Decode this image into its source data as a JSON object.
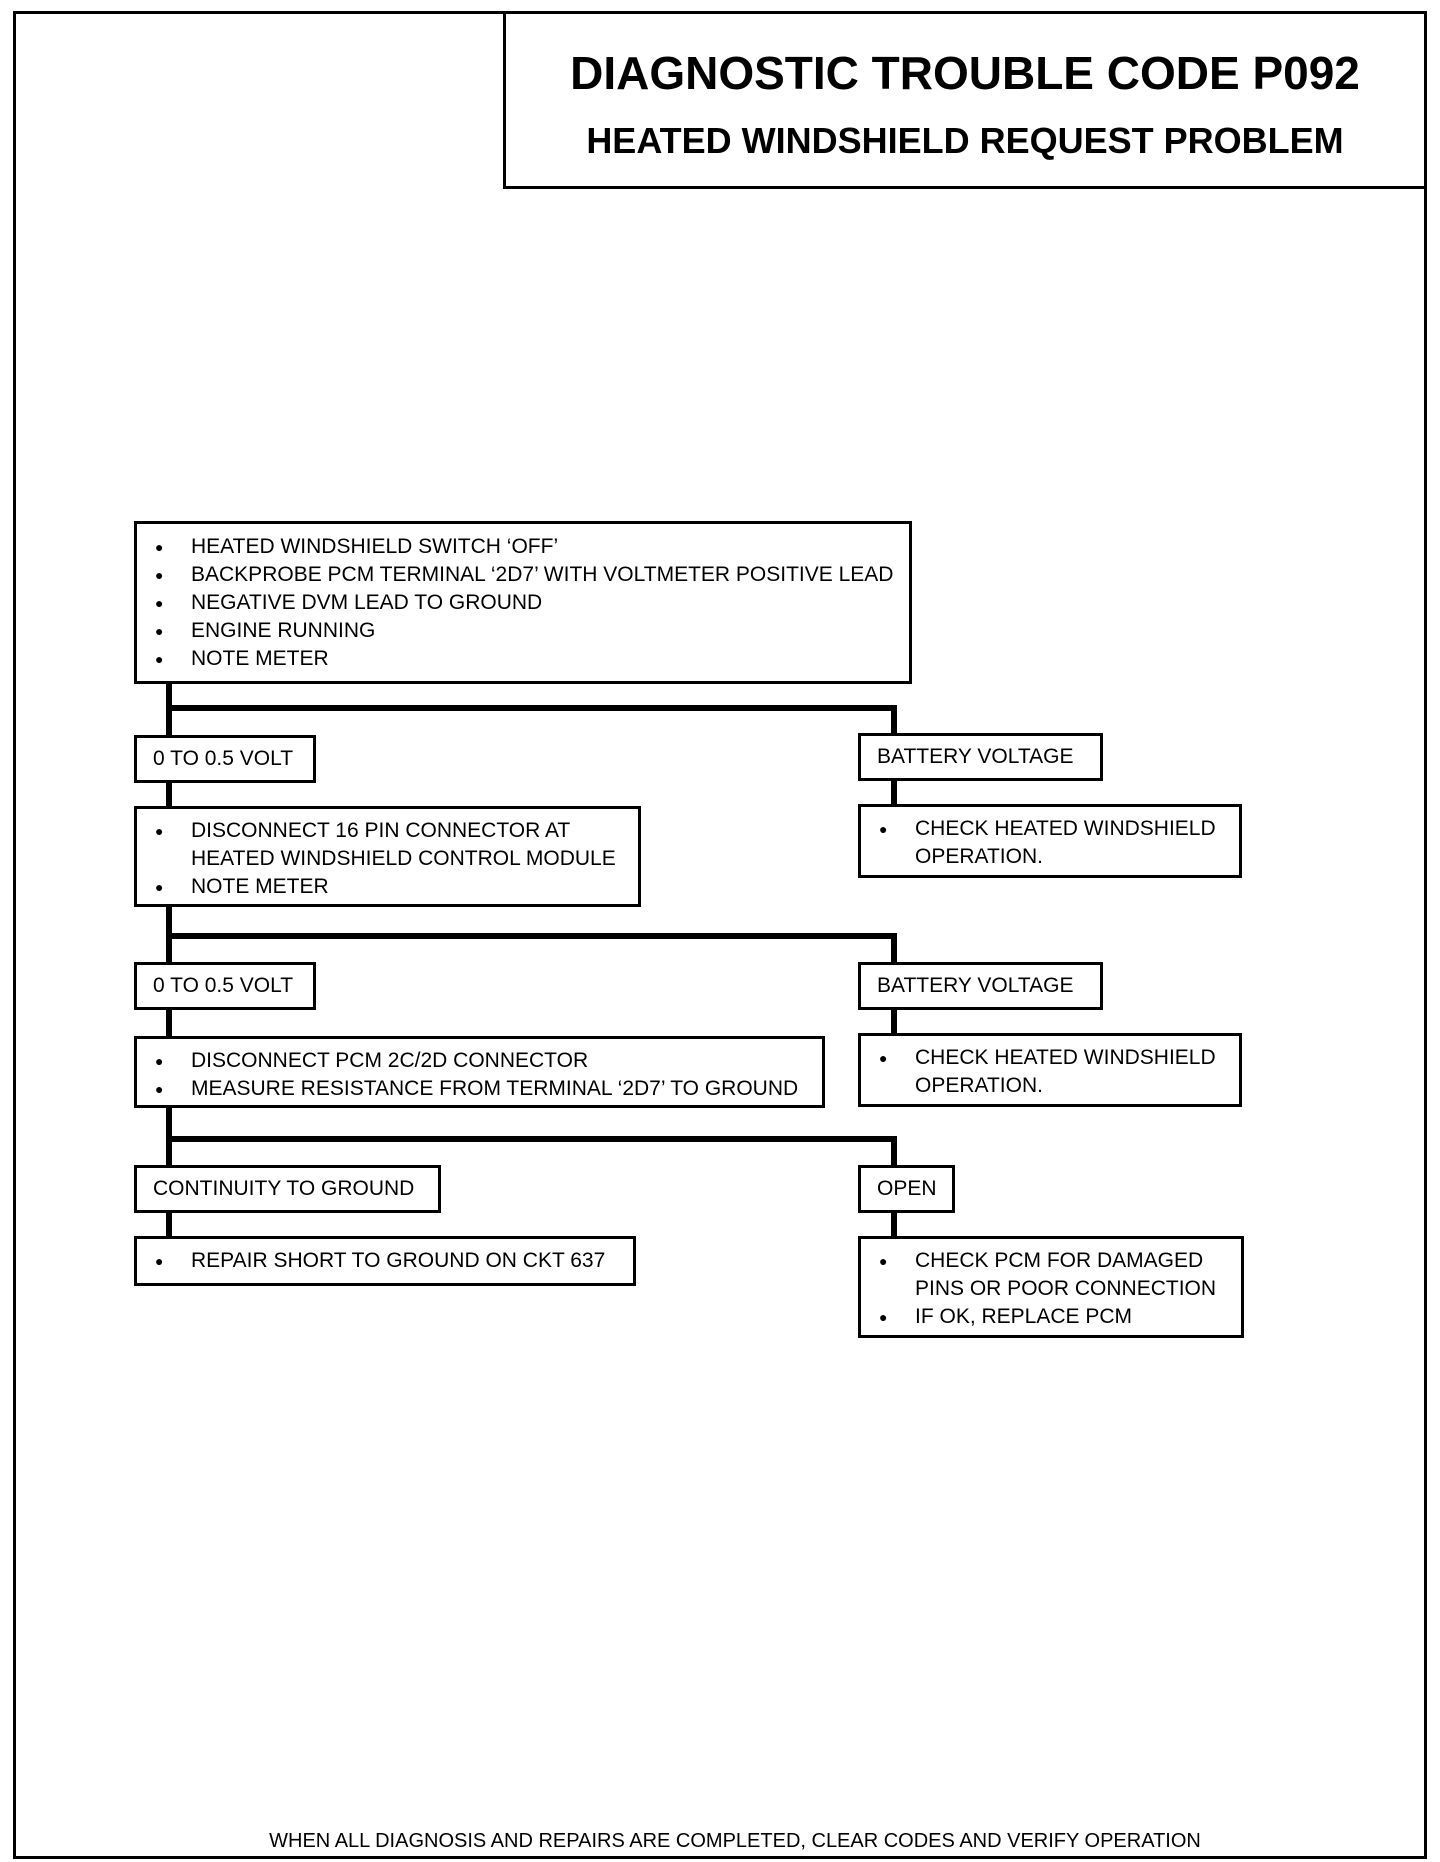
{
  "header": {
    "title": "DIAGNOSTIC TROUBLE CODE P092",
    "subtitle": "HEATED WINDSHIELD REQUEST PROBLEM"
  },
  "flowchart": {
    "step1": {
      "items": [
        "HEATED WINDSHIELD SWITCH ‘OFF’",
        "BACKPROBE PCM TERMINAL ‘2D7’ WITH VOLTMETER POSITIVE LEAD",
        "NEGATIVE DVM LEAD TO GROUND",
        "ENGINE RUNNING",
        "NOTE METER"
      ]
    },
    "branch1": {
      "left_label": "0 TO 0.5 VOLT",
      "right_label": "BATTERY VOLTAGE",
      "left_step": {
        "items": [
          "DISCONNECT 16 PIN CONNECTOR AT\nHEATED WINDSHIELD CONTROL MODULE",
          "NOTE METER"
        ]
      },
      "right_step": {
        "items": [
          "CHECK HEATED WINDSHIELD\nOPERATION."
        ]
      }
    },
    "branch2": {
      "left_label": "0 TO 0.5 VOLT",
      "right_label": "BATTERY VOLTAGE",
      "left_step": {
        "items": [
          "DISCONNECT PCM 2C/2D CONNECTOR",
          "MEASURE RESISTANCE FROM TERMINAL ‘2D7’ TO GROUND"
        ]
      },
      "right_step": {
        "items": [
          "CHECK HEATED WINDSHIELD\nOPERATION."
        ]
      }
    },
    "branch3": {
      "left_label": "CONTINUITY TO GROUND",
      "right_label": "OPEN",
      "left_step": {
        "items": [
          "REPAIR SHORT TO GROUND ON CKT 637"
        ]
      },
      "right_step": {
        "items": [
          "CHECK PCM FOR DAMAGED\nPINS OR POOR CONNECTION",
          "IF OK, REPLACE PCM"
        ]
      }
    }
  },
  "footer": {
    "text": "WHEN ALL DIAGNOSIS AND REPAIRS ARE COMPLETED, CLEAR CODES AND VERIFY OPERATION"
  }
}
